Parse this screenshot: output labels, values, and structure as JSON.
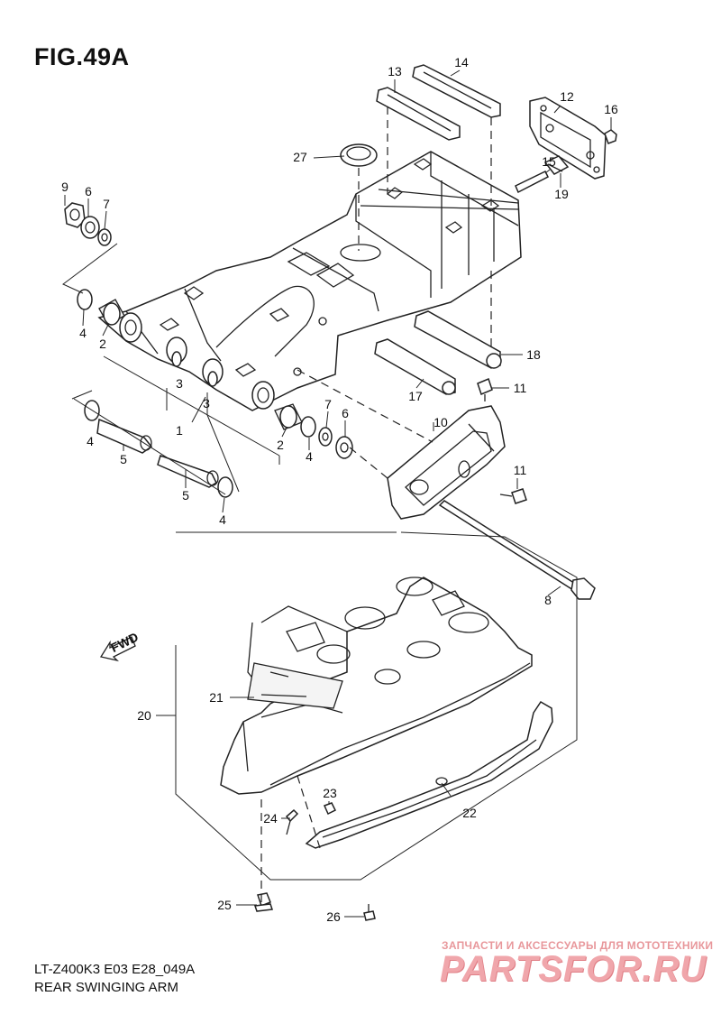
{
  "figure": {
    "title": "FIG.49A",
    "model_code": "LT-Z400K3 E03 E28_049A",
    "caption": "REAR SWINGING ARM",
    "fwd_label": "FWD"
  },
  "callouts": [
    {
      "id": "c1",
      "label": "1"
    },
    {
      "id": "c2a",
      "label": "2"
    },
    {
      "id": "c2b",
      "label": "2"
    },
    {
      "id": "c3a",
      "label": "3"
    },
    {
      "id": "c3b",
      "label": "3"
    },
    {
      "id": "c4a",
      "label": "4"
    },
    {
      "id": "c4b",
      "label": "4"
    },
    {
      "id": "c4c",
      "label": "4"
    },
    {
      "id": "c4d",
      "label": "4"
    },
    {
      "id": "c5a",
      "label": "5"
    },
    {
      "id": "c5b",
      "label": "5"
    },
    {
      "id": "c6a",
      "label": "6"
    },
    {
      "id": "c6b",
      "label": "6"
    },
    {
      "id": "c7a",
      "label": "7"
    },
    {
      "id": "c7b",
      "label": "7"
    },
    {
      "id": "c8",
      "label": "8"
    },
    {
      "id": "c9",
      "label": "9"
    },
    {
      "id": "c10",
      "label": "10"
    },
    {
      "id": "c11a",
      "label": "11"
    },
    {
      "id": "c11b",
      "label": "11"
    },
    {
      "id": "c12",
      "label": "12"
    },
    {
      "id": "c13",
      "label": "13"
    },
    {
      "id": "c14",
      "label": "14"
    },
    {
      "id": "c15",
      "label": "15"
    },
    {
      "id": "c16",
      "label": "16"
    },
    {
      "id": "c17",
      "label": "17"
    },
    {
      "id": "c18",
      "label": "18"
    },
    {
      "id": "c19",
      "label": "19"
    },
    {
      "id": "c20",
      "label": "20"
    },
    {
      "id": "c21",
      "label": "21"
    },
    {
      "id": "c22",
      "label": "22"
    },
    {
      "id": "c23",
      "label": "23"
    },
    {
      "id": "c24",
      "label": "24"
    },
    {
      "id": "c25",
      "label": "25"
    },
    {
      "id": "c26",
      "label": "26"
    },
    {
      "id": "c27",
      "label": "27"
    }
  ],
  "watermark": {
    "tagline": "ЗАПЧАСТИ И АКСЕССУАРЫ ДЛЯ МОТОТЕХНИКИ",
    "logo": "PARTSFOR.RU"
  }
}
